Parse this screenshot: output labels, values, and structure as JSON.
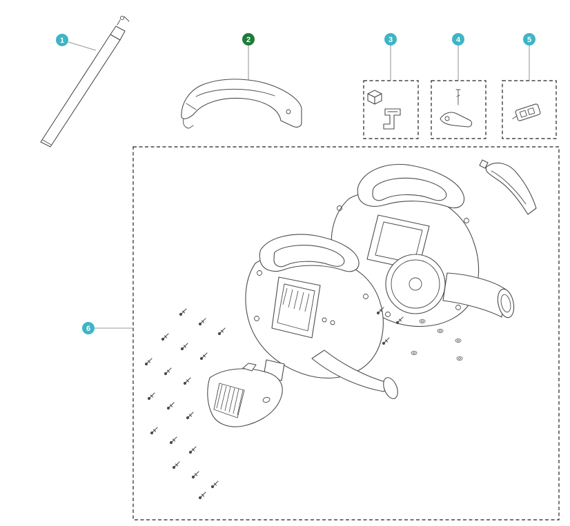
{
  "diagram": {
    "type": "exploded-parts-diagram",
    "accent_teal": "#3db5c5",
    "accent_green": "#1e7c39",
    "line_color": "#9a9a9a",
    "drawing_stroke": "#4a4a4a",
    "callouts": [
      {
        "number": "1",
        "color": "#3db5c5",
        "part": "blower-tube"
      },
      {
        "number": "2",
        "color": "#1e7c39",
        "part": "handle"
      },
      {
        "number": "3",
        "color": "#3db5c5",
        "part": "hardware-kit-a"
      },
      {
        "number": "4",
        "color": "#3db5c5",
        "part": "hardware-kit-b"
      },
      {
        "number": "5",
        "color": "#3db5c5",
        "part": "connector-kit"
      },
      {
        "number": "6",
        "color": "#3db5c5",
        "part": "housing-assembly"
      }
    ]
  }
}
